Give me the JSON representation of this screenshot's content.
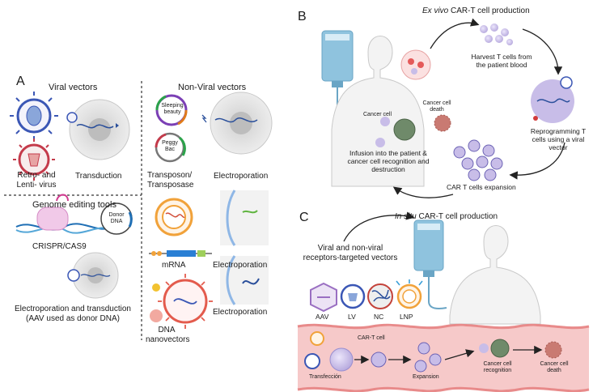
{
  "panel_a": {
    "letter": "A",
    "viral_vectors": "Viral vectors",
    "non_viral_vectors": "Non-Viral vectors",
    "retro_lenti": [
      "Retro- and",
      "Lenti- virus"
    ],
    "transduction": "Transduction",
    "sleeping_beauty": [
      "Sleeping",
      "beauty"
    ],
    "peggy_bac": [
      "Peggy",
      "Bac"
    ],
    "transposon": [
      "Transposon/",
      "Transposase"
    ],
    "electroporation_1": "Electroporation",
    "genome_editing": "Genome editing tools",
    "donor_dna": [
      "Donor",
      "DNA"
    ],
    "crispr": "CRISPR/CAS9",
    "mrna": "mRNA",
    "electroporation_2": "Electroporation",
    "electro_transduction": [
      "Electroporation and transduction",
      "(AAV used as donor DNA)"
    ],
    "dna_nanovectors": [
      "DNA",
      "nanovectors"
    ],
    "electroporation_3": "Electroporation"
  },
  "panel_b": {
    "letter": "B",
    "title_italic": "Ex vivo",
    "title_rest": " CAR-T cell production",
    "harvest": [
      "Harvest T cells from",
      "the patient blood"
    ],
    "reprogramming": [
      "Reprogramming T",
      "cells using a viral",
      "vector"
    ],
    "expansion": "CAR T cells expansion",
    "infusion": [
      "Infusion into the patient &",
      "cancer cell recognition and",
      "destruction"
    ],
    "cancer_cell": "Cancer cell",
    "cancer_death": [
      "Cancer cell",
      "death"
    ]
  },
  "panel_c": {
    "letter": "C",
    "title_italic": "In situ",
    "title_rest": " CAR-T cell production",
    "vectors": [
      "Viral and non-viral",
      "receptors-targeted vectors"
    ],
    "aav": "AAV",
    "lv": "LV",
    "nc": "NC",
    "lnp": "LNP",
    "car_t_cell": "CAR-T cell",
    "transfection": "Transfección",
    "expansion": "Expansion",
    "recognition": [
      "Cancer cell",
      "recognition"
    ],
    "death": [
      "Cancer cell",
      "death"
    ]
  },
  "colors": {
    "divider": "#333333",
    "blood_vessel": "#f6c9c9",
    "vessel_wall": "#e88a8a",
    "t_cell": "#c8bde8",
    "cancer_cell": "#6f8a6a",
    "iv_bag": "#8fc3de"
  }
}
